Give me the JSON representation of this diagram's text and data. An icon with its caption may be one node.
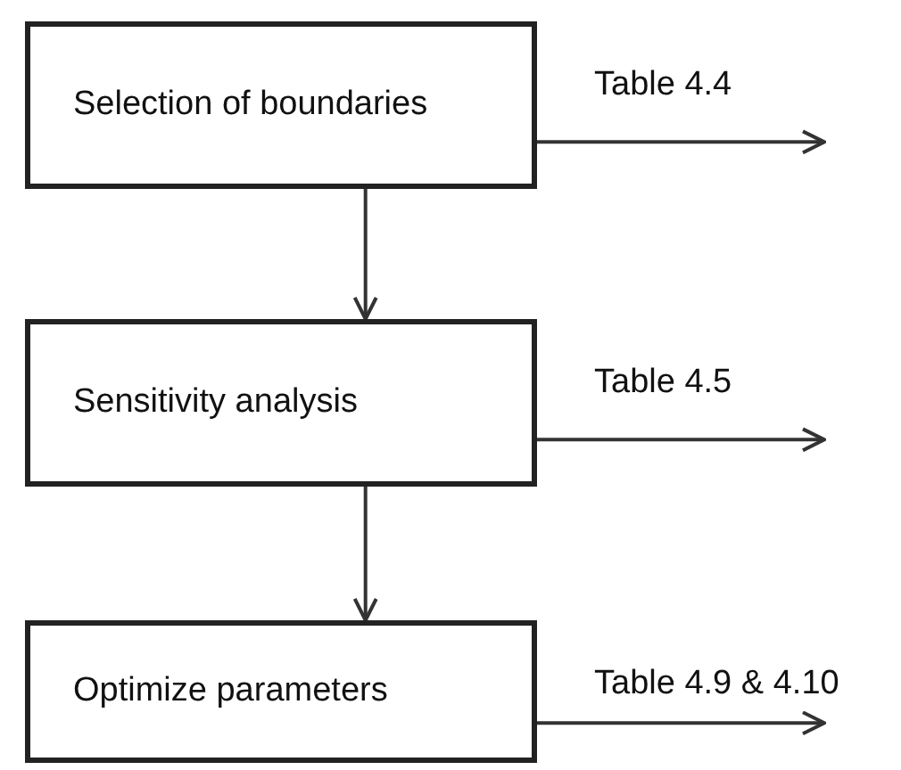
{
  "diagram": {
    "nodes": [
      {
        "text": [
          "Selection of boundaries"
        ]
      },
      {
        "text": [
          "Sensitivity analysis"
        ]
      },
      {
        "text": [
          "Optimize parameters"
        ]
      }
    ],
    "edges": [
      {
        "from": 0,
        "to": 1,
        "arrow": "to"
      },
      {
        "from": 1,
        "to": 2,
        "arrow": "to"
      },
      {
        "from": 0,
        "to": null,
        "arrow": "to",
        "label": "Table 4.4"
      },
      {
        "from": 1,
        "to": null,
        "arrow": "to",
        "label": "Table 4.5"
      },
      {
        "from": 2,
        "to": null,
        "arrow": "to",
        "label": "Table 4.9 & 4.10"
      }
    ]
  }
}
